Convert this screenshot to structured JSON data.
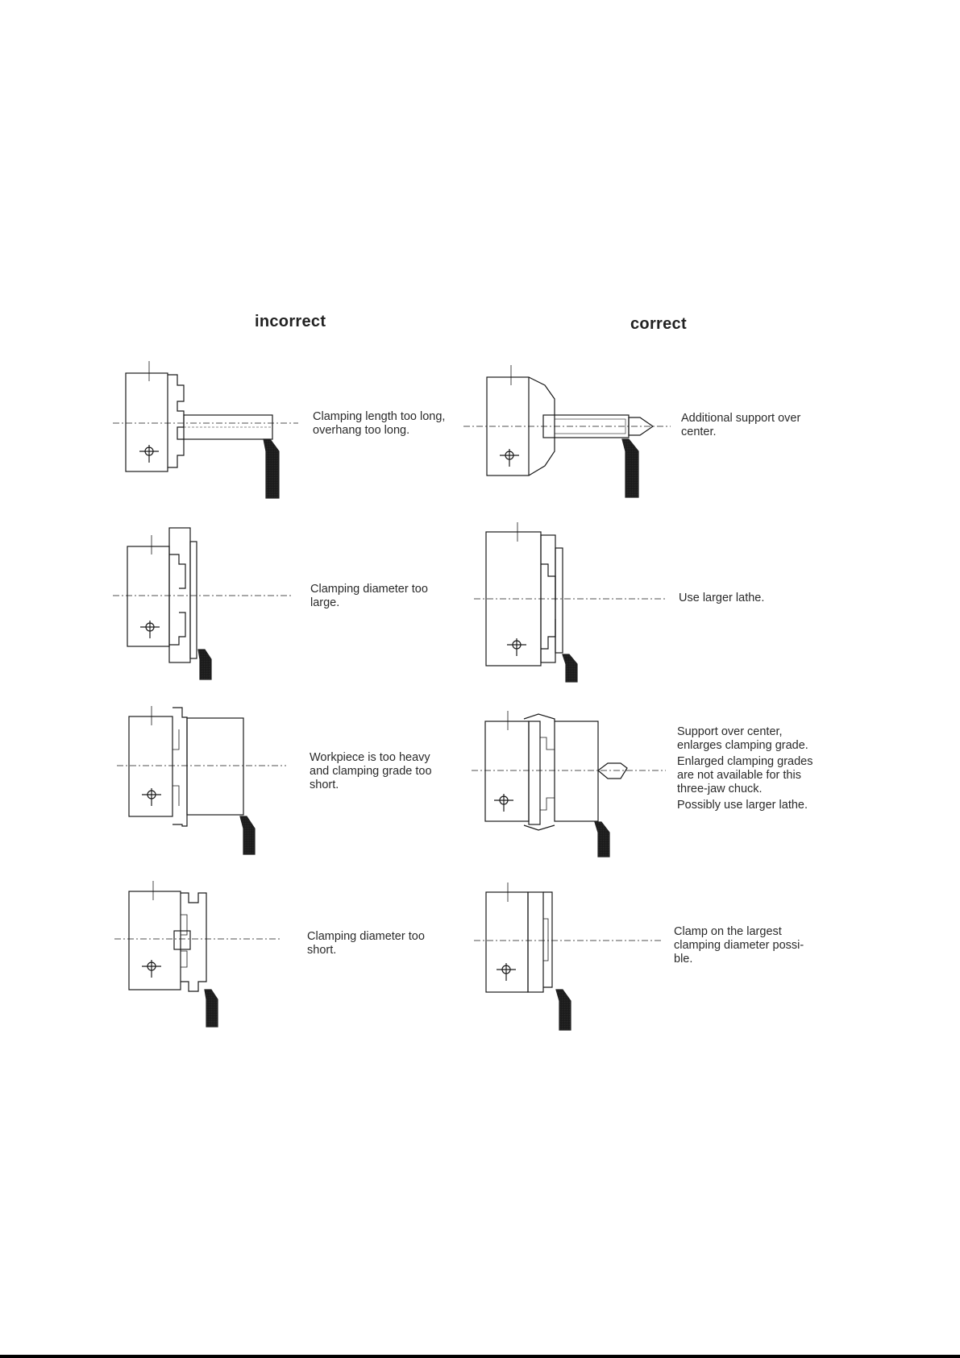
{
  "headings": {
    "incorrect": "incorrect",
    "correct": "correct"
  },
  "rows": [
    {
      "incorrect_caption": [
        "Clamping length too long,",
        "overhang too long."
      ],
      "correct_caption": [
        [
          "Additional support over",
          "center."
        ]
      ]
    },
    {
      "incorrect_caption": [
        "Clamping diameter too",
        "large."
      ],
      "correct_caption": [
        [
          "Use larger lathe."
        ]
      ]
    },
    {
      "incorrect_caption": [
        "Workpiece is too heavy",
        "and clamping grade too",
        "short."
      ],
      "correct_caption": [
        [
          "Support over center,",
          "enlarges clamping grade."
        ],
        [
          "Enlarged clamping grades",
          "are not available for this",
          "three-jaw chuck."
        ],
        [
          "Possibly use larger lathe."
        ]
      ]
    },
    {
      "incorrect_caption": [
        "Clamping diameter too",
        "short."
      ],
      "correct_caption": [
        [
          "Clamp on the largest",
          "clamping diameter possi-",
          "ble."
        ]
      ]
    }
  ],
  "colors": {
    "ink": "#1a1a1a",
    "tool": "#3a3a3a"
  }
}
